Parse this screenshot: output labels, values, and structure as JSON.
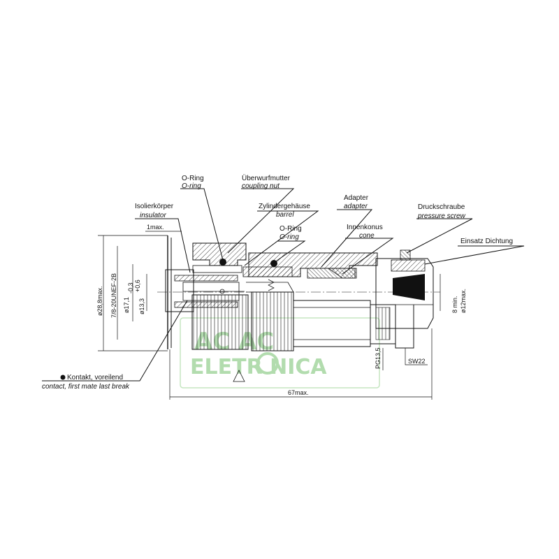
{
  "labels": {
    "oring1_de": "O-Ring",
    "oring1_en": "O-ring",
    "coupling_de": "Überwurfmutter",
    "coupling_en": "coupling nut",
    "barrel_de": "Zylindergehäuse",
    "barrel_en": "barrel",
    "insulator_de": "Isolierkörper",
    "insulator_en": "insulator",
    "adapter_de": "Adapter",
    "adapter_en": "adapter",
    "pressure_de": "Druckschraube",
    "pressure_en": "pressure screw",
    "seal_de": "Einsatz Dichtung",
    "oring2_de": "O-Ring",
    "oring2_en": "O-ring",
    "cone_de": "Innenkonus",
    "cone_en": "cone",
    "contact_de": "Kontakt, voreilend",
    "contact_en": "contact, first mate last break"
  },
  "dimensions": {
    "one_max": "1max.",
    "d28": "ø28,8max.",
    "thread": "7/8-20UNEF-2B",
    "d17": "ø17,1",
    "d17_tol": "-0,3",
    "d13": "ø13,3",
    "d13_tol": "+0,6",
    "length": "67max.",
    "pg": "PG13,5",
    "sw": "SW22",
    "eight_min": "8 min.",
    "d12": "ø12max."
  },
  "watermark": {
    "line1": "AC   AC",
    "line2": "ELETR  NICA"
  },
  "colors": {
    "line": "#111111",
    "watermark": "#9fd49a"
  }
}
